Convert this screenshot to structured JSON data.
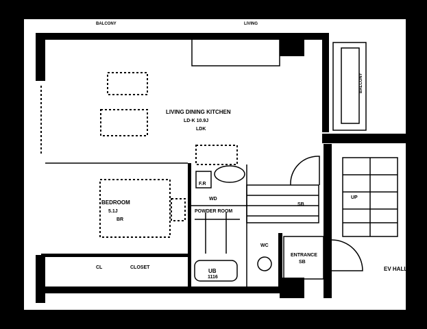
{
  "rooms": {
    "ldk": {
      "name": "LIVING DINING KITCHEN",
      "area": "LD·K 10.9J",
      "tag": "LDK"
    },
    "bedroom": {
      "name": "BEDROOM",
      "area": "5.1J",
      "tag": "BR"
    },
    "powder": {
      "name": "POWDER ROOM",
      "tag": "WD"
    },
    "bath": {
      "name": "UB",
      "size": "1116"
    },
    "entrance": {
      "name": "ENTRANCE",
      "tag": "SB"
    },
    "closet": {
      "name": "CL",
      "tag": "CLOSET"
    },
    "ev_hall": {
      "name": "EV HALL"
    },
    "balcony": {
      "name": "BALCONY"
    }
  },
  "annotations": {
    "top_left": "BALCONY",
    "top_mid": "LIVING",
    "storage": "SB",
    "wc": "WC",
    "fr": "F.R",
    "stairs": "UP"
  },
  "colors": {
    "background": "#000000",
    "paper": "#ffffff",
    "ink": "#000000"
  }
}
